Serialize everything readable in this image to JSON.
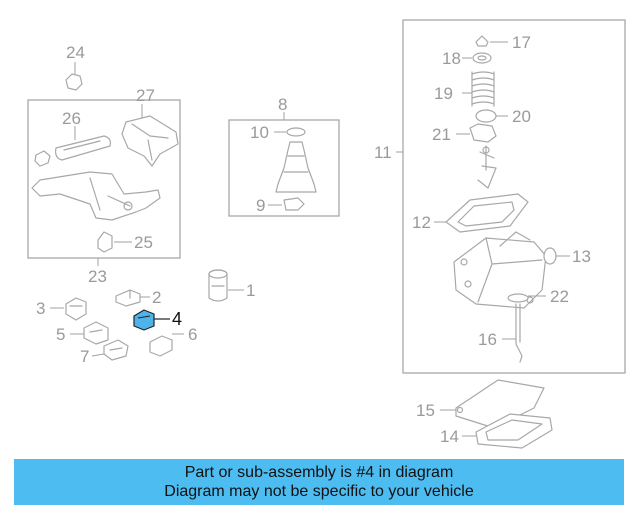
{
  "colors": {
    "banner_background": "#4dbcf1",
    "highlight_part": "#4db3e8",
    "line_gray": "#a8a8a8"
  },
  "callouts": {
    "n1": "1",
    "n2": "2",
    "n3": "3",
    "n4": "4",
    "n5": "5",
    "n6": "6",
    "n7": "7",
    "n8": "8",
    "n9": "9",
    "n10": "10",
    "n11": "11",
    "n12": "12",
    "n13": "13",
    "n14": "14",
    "n15": "15",
    "n16": "16",
    "n17": "17",
    "n18": "18",
    "n19": "19",
    "n20": "20",
    "n21": "21",
    "n22": "22",
    "n23": "23",
    "n24": "24",
    "n25": "25",
    "n26": "26",
    "n27": "27"
  },
  "highlighted_part": "4",
  "banner": {
    "line1": "Part or sub-assembly is #4 in diagram",
    "line2": "Diagram may not be specific to your vehicle"
  }
}
